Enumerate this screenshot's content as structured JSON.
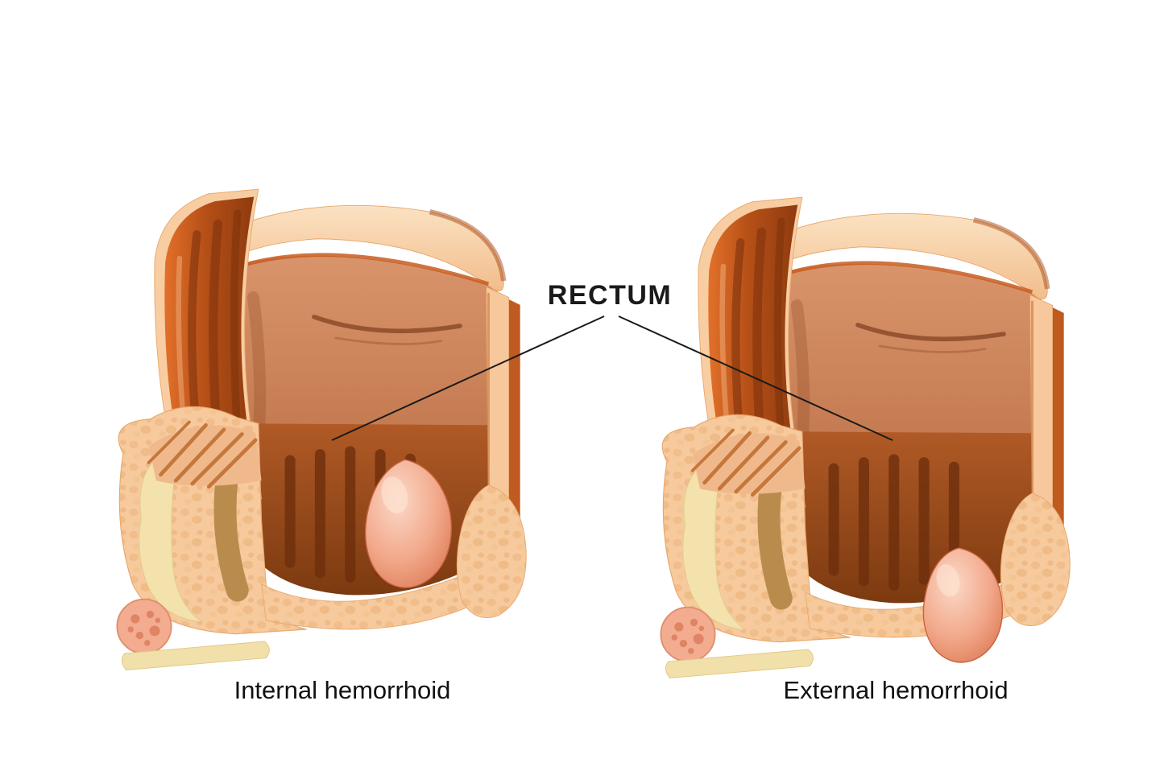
{
  "diagram": {
    "title": "RECTUM",
    "figures": [
      {
        "caption": "Internal hemorrhoid"
      },
      {
        "caption": "External hemorrhoid"
      }
    ]
  },
  "colors": {
    "background": "#FFFFFF",
    "outer_wall": "#B44F16",
    "inner_wall": "#C67C52",
    "cut_edge": "#F8CDA2",
    "fat_tissue": "#F7CA9D",
    "cream_layer": "#F3E2AC",
    "sphincter_band": "#B98C4E",
    "anal_canal": "#8A4316",
    "hemorrhoid": "#F2A88A",
    "label_text": "#1A1A1A"
  }
}
